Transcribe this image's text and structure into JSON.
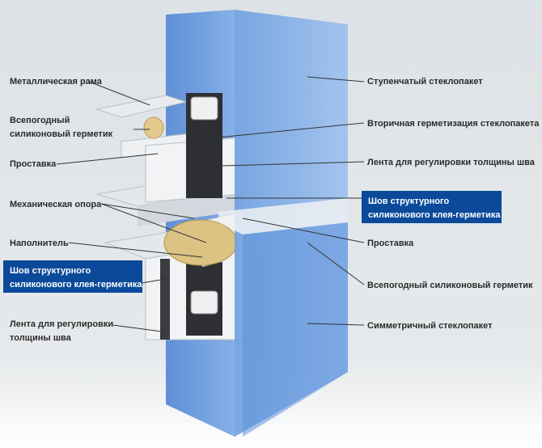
{
  "colors": {
    "box": "#0b4a9a",
    "glass": "#6f9fdc",
    "glass_dark": "#4a7cc4",
    "background": "#dde2e6"
  },
  "left_labels": {
    "metal_frame": [
      "Металлическая рама"
    ],
    "weather_sealant": [
      "Всепогодный",
      "силиконовый герметик"
    ],
    "spacer": [
      "Проставка"
    ],
    "mechanical_support": [
      "Механическая опора"
    ],
    "filler": [
      "Наполнитель"
    ],
    "structural_seam": [
      "Шов структурного",
      "силиконового клея-герметика"
    ],
    "tape": [
      "Лента для регулировки",
      "толщины шва"
    ]
  },
  "right_labels": {
    "stepped_unit": [
      "Ступенчатый стеклопакет"
    ],
    "secondary_seal": [
      "Вторичная герметизация стеклопакета"
    ],
    "tape": [
      "Лента для регулировки толщины шва"
    ],
    "structural_seam": [
      "Шов структурного",
      "силиконового клея-герметика"
    ],
    "spacer": [
      "Проставка"
    ],
    "weather_sealant": [
      "Всепогодный силиконовый герметик"
    ],
    "symmetric_unit": [
      "Симметричный стеклопакет"
    ]
  }
}
